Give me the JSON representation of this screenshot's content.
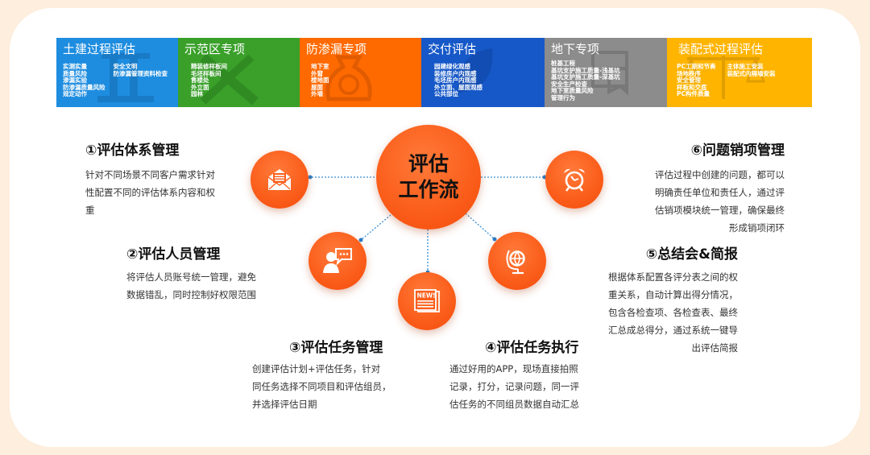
{
  "colors": {
    "frame_border": "#fdeedd",
    "node_orange": "#fb5f1c",
    "connector": "#3a8fd6",
    "cat_civil": "#1e8de0",
    "cat_demo": "#3aa02a",
    "cat_leak": "#ff6a00",
    "cat_delivery": "#1658c8",
    "cat_underground": "#8c8c8c",
    "cat_prefab": "#ffb400"
  },
  "categories": [
    {
      "title": "土建过程评估",
      "icon": "building-icon",
      "columns": [
        [
          "实测实量",
          "质量风险",
          "渗漏实验",
          "防渗漏质量风险",
          "规定动作"
        ],
        [
          "安全文明",
          "防渗漏管理资料检查"
        ]
      ]
    },
    {
      "title": "示范区专项",
      "icon": "pencil-ruler-icon",
      "columns": [
        [
          "精装修样板间",
          "毛坯样板间",
          "售楼处",
          "外立面",
          "园林"
        ]
      ]
    },
    {
      "title": "防渗漏专项",
      "icon": "money-bag-icon",
      "columns": [
        [
          "地下室",
          "外窗",
          "楼地面",
          "屋面",
          "外墙"
        ]
      ]
    },
    {
      "title": "交付评估",
      "icon": "leaf-icon",
      "columns": [
        [
          "园建绿化观感",
          "装修房户内观感",
          "毛坯房户内观感",
          "外立面、屋面观感",
          "公共部位"
        ]
      ]
    },
    {
      "title": "地下专项",
      "icon": "blueprint-icon",
      "columns": [
        [
          "桩基工程",
          "基坑支护施工质量-浅基坑",
          "基坑支护施工质量-深基坑",
          "安全生产检查",
          "地下室质量风险",
          "管理行为"
        ]
      ]
    },
    {
      "title": "装配式过程评估",
      "icon": "scale-icon",
      "columns": [
        [
          "PC工期和节奏",
          "场地秩序",
          "安全管理",
          "样板和交底",
          "PC构件质量"
        ],
        [
          "主体施工安装",
          "装配式内隔墙安装"
        ]
      ]
    }
  ],
  "hub": {
    "line1": "评估",
    "line2": "工作流"
  },
  "nodes": [
    {
      "title": "①评估体系管理",
      "icon": "envelope-icon",
      "desc_lines": [
        "针对不同场景不同客户需求针对",
        "性配置不同的评估体系内容和权",
        "重"
      ]
    },
    {
      "title": "②评估人员管理",
      "icon": "user-chat-icon",
      "desc_lines": [
        "将评估人员账号统一管理，避免",
        "数据错乱，同时控制好权限范围"
      ]
    },
    {
      "title": "③评估任务管理",
      "icon": "newspaper-icon",
      "desc_lines": [
        "创建评估计划+评估任务，针对",
        "同任务选择不同项目和评估组员，",
        "并选择评估日期"
      ]
    },
    {
      "title": "④评估任务执行",
      "icon": "none",
      "desc_lines": [
        "通过好用的APP，现场直接拍照",
        "记录，打分，记录问题，同一评",
        "估任务的不同组员数据自动汇总"
      ]
    },
    {
      "title": "⑤总结会&简报",
      "icon": "globe-icon",
      "desc_lines": [
        "根据体系配置各评分表之间的权",
        "重关系，自动计算出得分情况，",
        "包含各检查项、各检查表、最终",
        "汇总成总得分，通过系统一键导",
        "出评估简报"
      ]
    },
    {
      "title": "⑥问题销项管理",
      "icon": "alarm-clock-icon",
      "desc_lines": [
        "评估过程中创建的问题，都可以",
        "明确责任单位和责任人，通过评",
        "估销项模块统一管理，确保最终",
        "形成销项闭环"
      ]
    }
  ]
}
